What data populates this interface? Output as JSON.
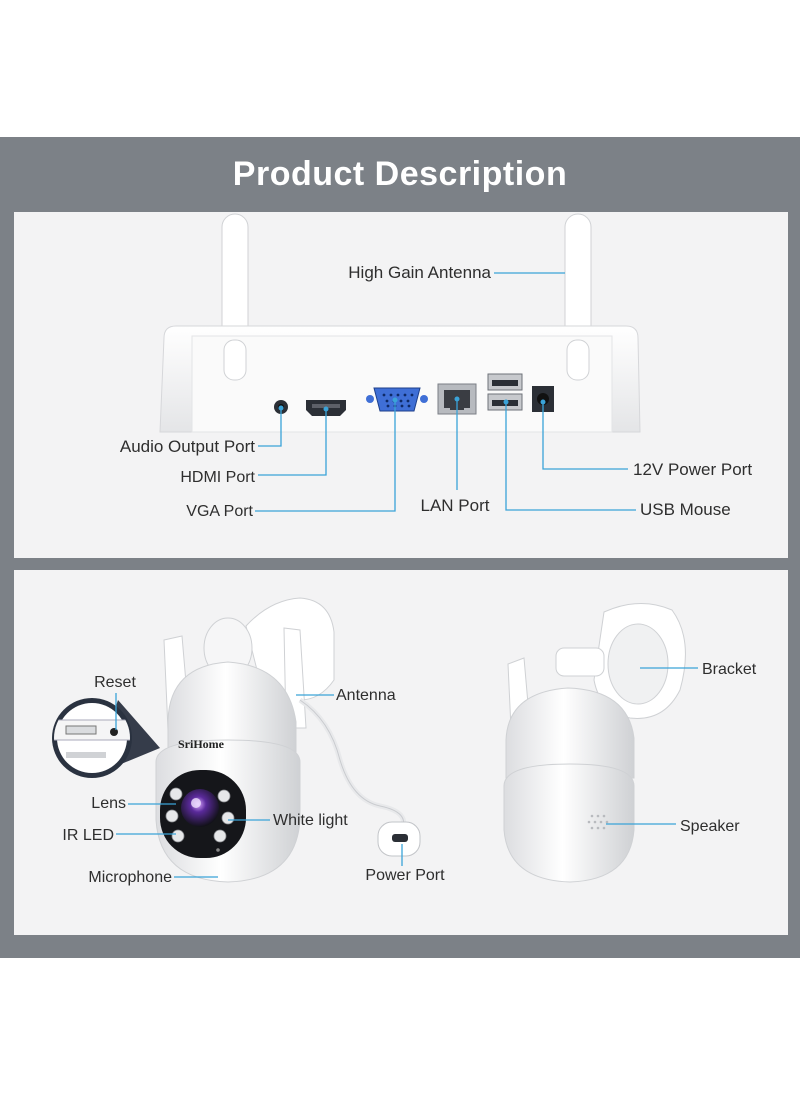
{
  "header": {
    "title": "Product Description"
  },
  "nvr": {
    "labels": {
      "antenna": "High Gain Antenna",
      "audio": "Audio Output Port",
      "hdmi": "HDMI Port",
      "vga": "VGA Port",
      "lan": "LAN Port",
      "usb": "USB Mouse",
      "power": "12V Power Port"
    }
  },
  "camera": {
    "brand": "SriHome",
    "labels": {
      "reset": "Reset",
      "antenna": "Antenna",
      "lens": "Lens",
      "ir_led": "IR LED",
      "white_light": "White light",
      "microphone": "Microphone",
      "power_port": "Power Port",
      "bracket": "Bracket",
      "speaker": "Speaker"
    }
  },
  "colors": {
    "frame": "#7c8187",
    "panel": "#f3f3f4",
    "leader": "#3aa3d8",
    "text": "#2e2e2e"
  }
}
